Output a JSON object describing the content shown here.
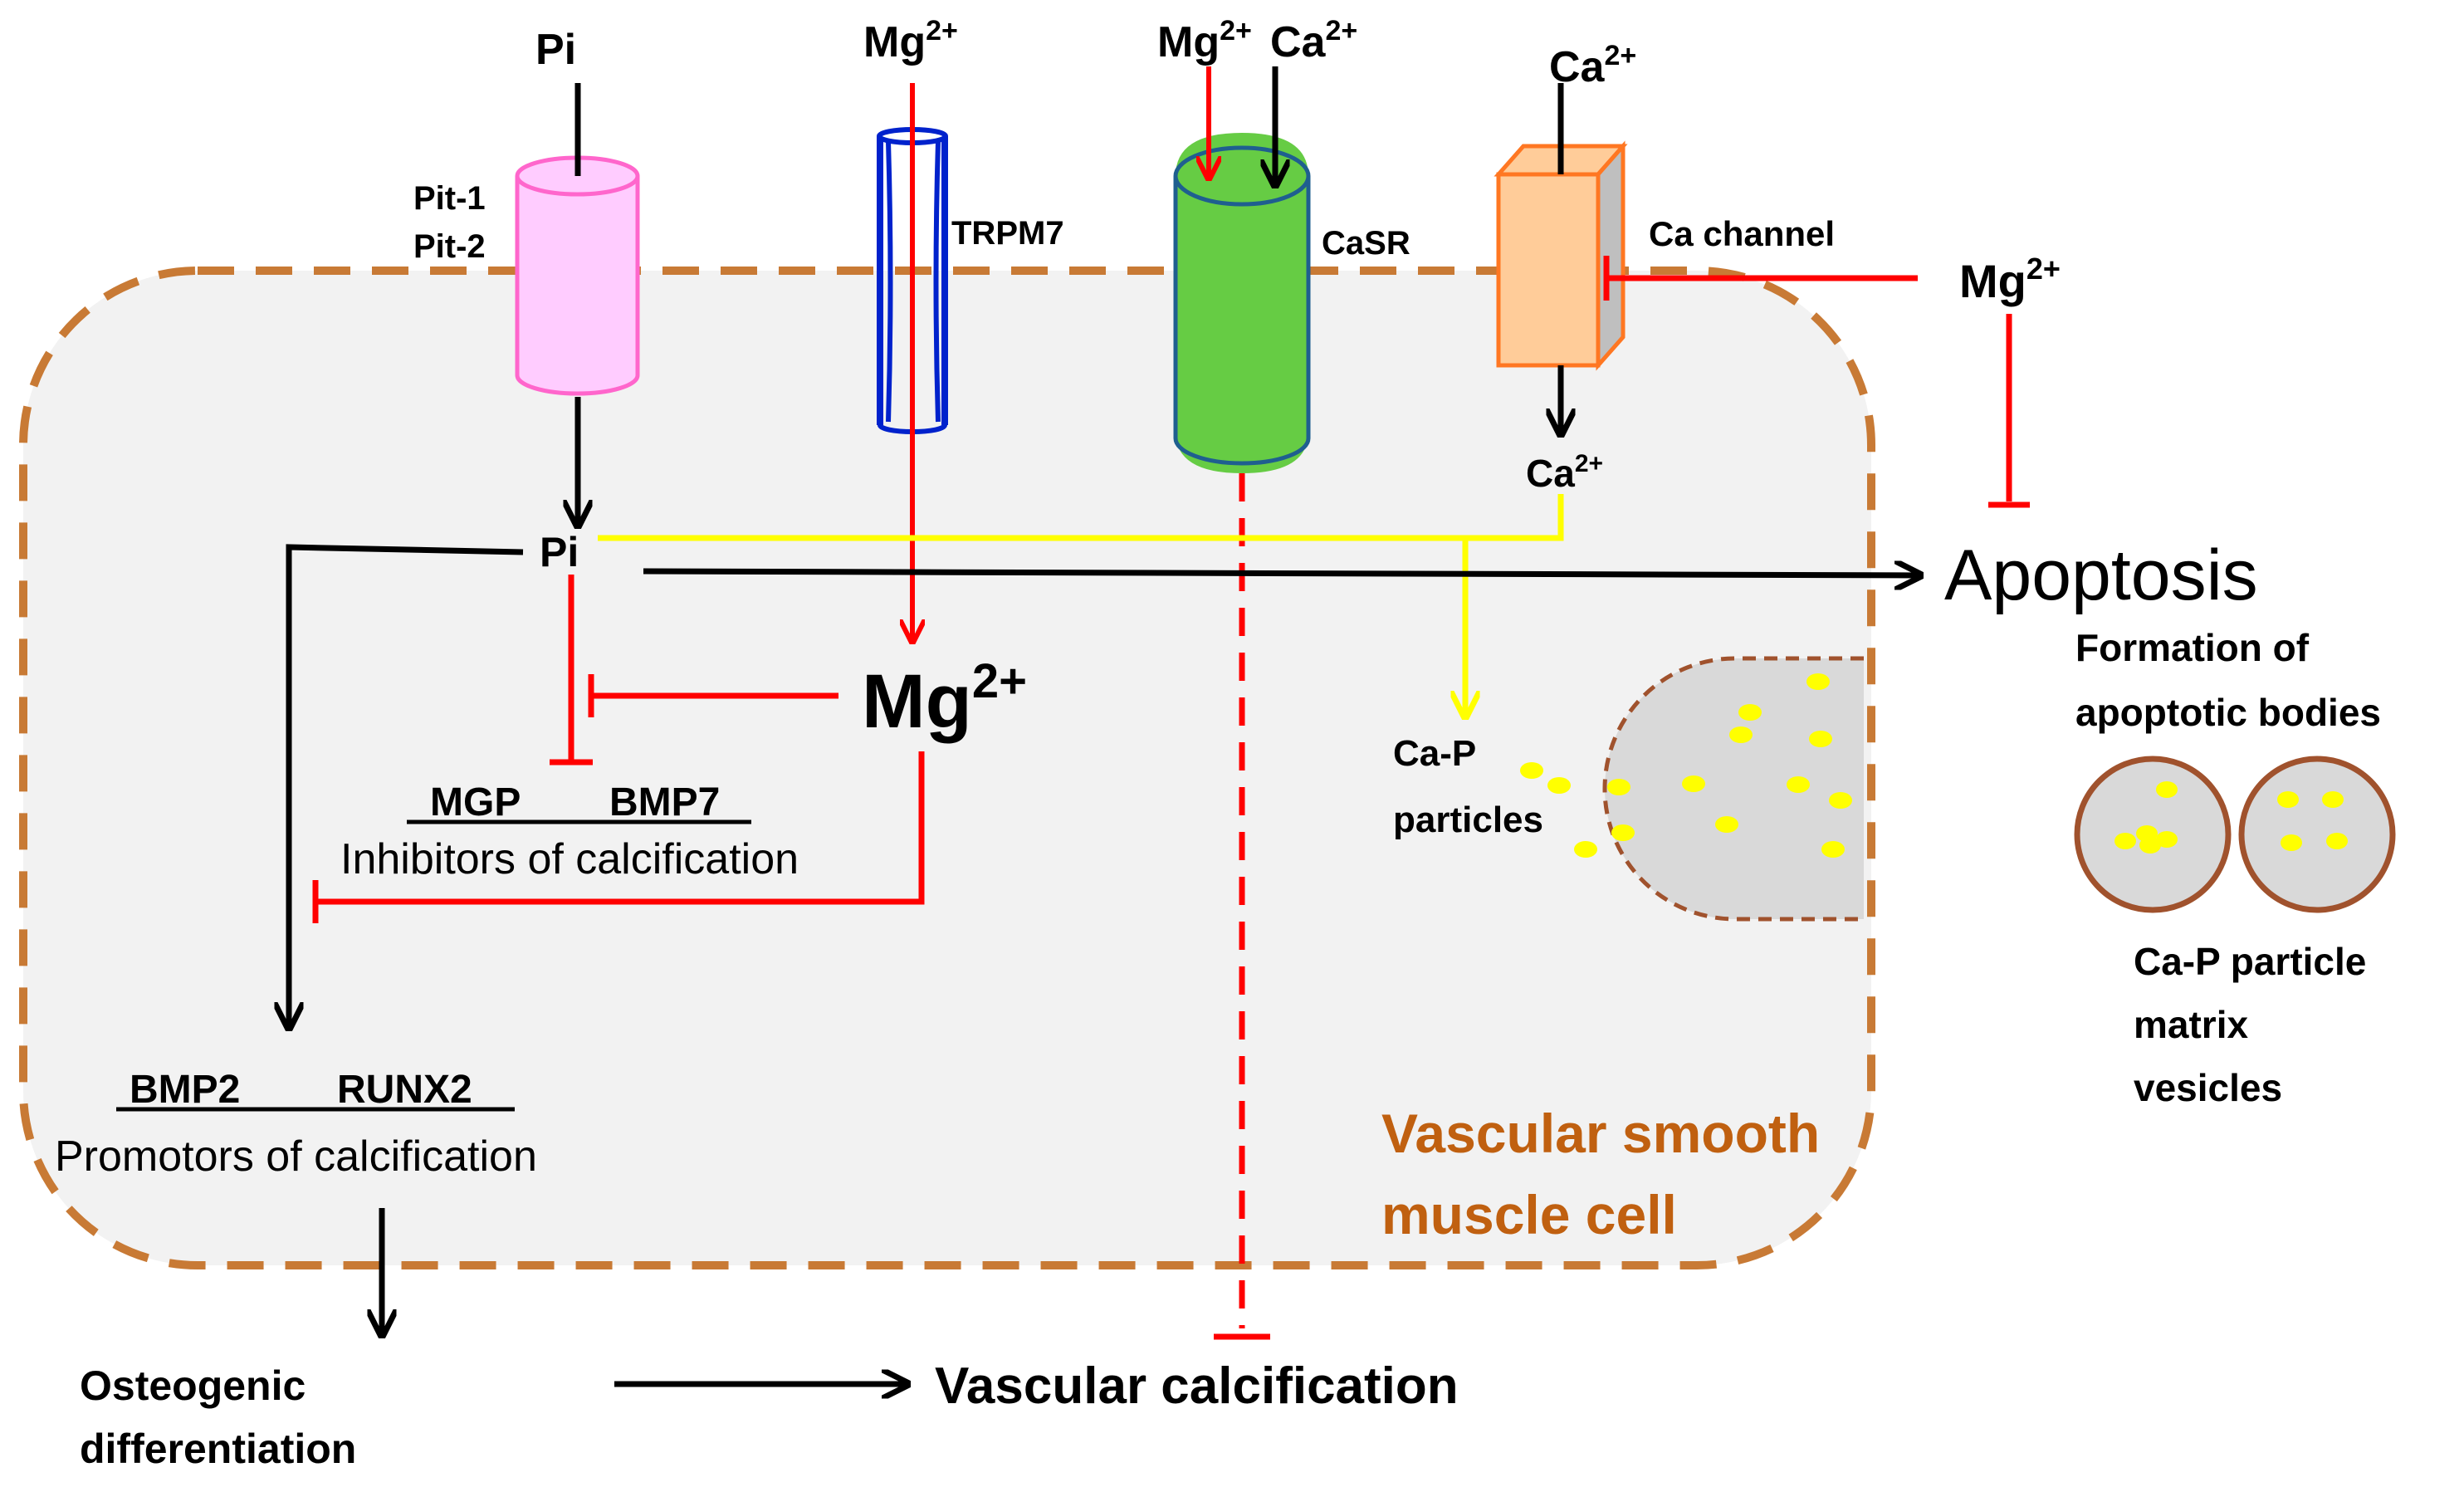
{
  "colors": {
    "membrane": "#c87a35",
    "cytoplasm": "#f2f2f2",
    "inhibit": "#ff0000",
    "activate": "#000000",
    "yellow_path": "#ffff00",
    "pit_fill": "#ffccff",
    "pit_stroke": "#ff66cc",
    "trpm7_stroke": "#0022cc",
    "casr_fill": "#66cc44",
    "casr_stroke": "#1f5f8f",
    "cachannel_fill": "#ffcc99",
    "cachannel_side": "#bfbfbf",
    "cachannel_stroke": "#ff7722",
    "vesicle_fill": "#d9d9d9",
    "body_stroke": "#a0522d",
    "particle": "#ffff00",
    "cell_text": "#c06010"
  },
  "ions": {
    "pi_top": "Pi",
    "mg_top": "Mg",
    "mg_top_sup": "2+",
    "mg_casr": "Mg",
    "mg_casr_sup": "2+",
    "ca_casr": "Ca",
    "ca_casr_sup": "2+",
    "ca_top": "Ca",
    "ca_top_sup": "2+",
    "ca_inside": "Ca",
    "ca_inside_sup": "2+",
    "mg_right": "Mg",
    "mg_right_sup": "2+",
    "pi_inside": "Pi",
    "mg_center": "Mg",
    "mg_center_sup": "2+"
  },
  "transporters": {
    "pit1": "Pit-1",
    "pit2": "Pit-2",
    "trpm7": "TRPM7",
    "casr": "CaSR",
    "ca_channel": "Ca channel"
  },
  "genes": {
    "mgp": "MGP",
    "bmp7": "BMP7",
    "inhibitors_caption": "Inhibitors of calcification",
    "bmp2": "BMP2",
    "runx2": "RUNX2",
    "promotors_caption": "Promotors of calcification"
  },
  "outcomes": {
    "apoptosis": "Apoptosis",
    "formation_line1": "Formation of",
    "formation_line2": "apoptotic bodies",
    "cap_particles_line1": "Ca-P",
    "cap_particles_line2": "particles",
    "matrix_line1": "Ca-P particle",
    "matrix_line2": "matrix",
    "matrix_line3": "vesicles",
    "osteogenic_line1": "Osteogenic",
    "osteogenic_line2": "differentiation",
    "vascular_calcification": "Vascular calcification"
  },
  "cell": {
    "label_line1": "Vascular smooth",
    "label_line2": "muscle cell"
  }
}
